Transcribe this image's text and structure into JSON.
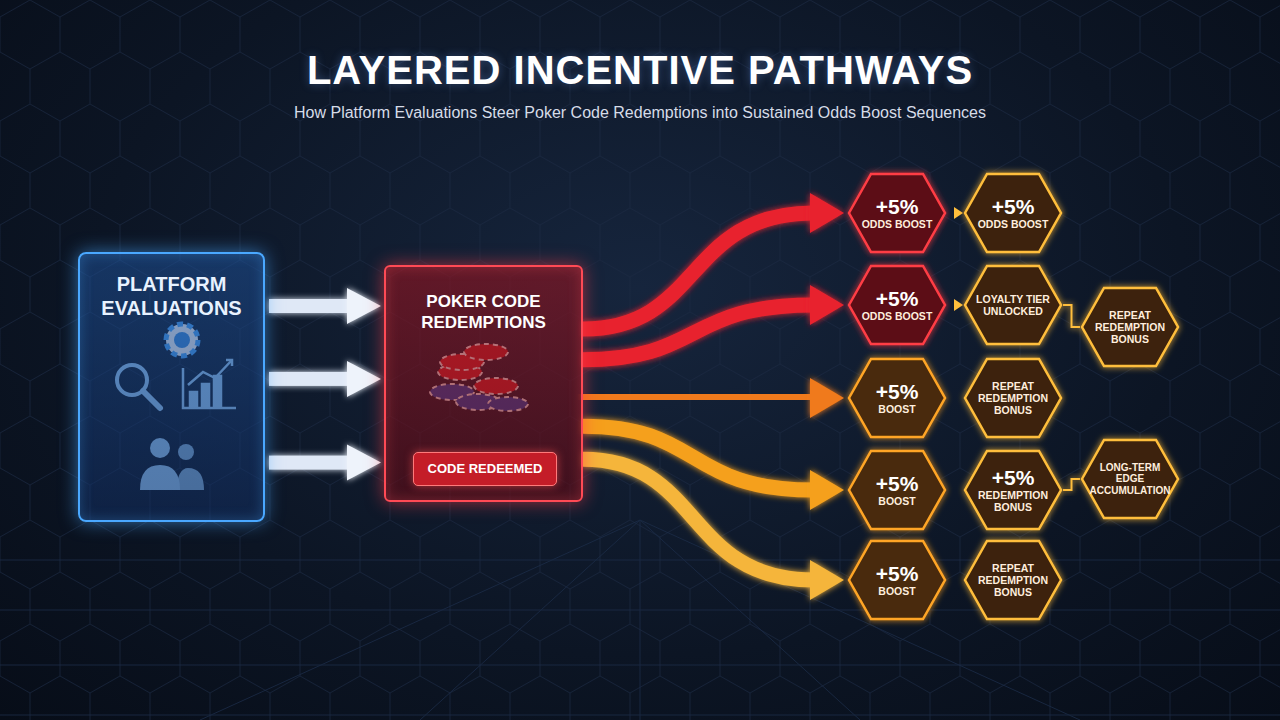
{
  "diagram": {
    "title": "LAYERED INCENTIVE PATHWAYS",
    "nodes": [
      {
        "text": [
          "PLATFORM EVALUATIONS"
        ]
      },
      {
        "text": [
          "POKER CODE REDEMPTIONS"
        ]
      },
      {
        "text": [
          "CODE REDEEMED"
        ],
        "in": 1
      },
      {
        "text": [
          "+5%",
          "ODDS BOOST"
        ]
      },
      {
        "text": [
          "+5%",
          "ODDS BOOST"
        ]
      },
      {
        "text": [
          "+5%",
          "BOOST"
        ]
      },
      {
        "text": [
          "+5%",
          "BOOST"
        ]
      },
      {
        "text": [
          "+5%",
          "BOOST"
        ]
      },
      {
        "text": [
          "+5%",
          "ODDS BOOST"
        ]
      },
      {
        "text": [
          "LOYALTY TIER UNLOCKED"
        ]
      },
      {
        "text": [
          "REPEAT REDEMPTION BONUS"
        ]
      },
      {
        "text": [
          "+5%",
          "REDEMPTION BONUS"
        ]
      },
      {
        "text": [
          "REPEAT REDEMPTION BONUS"
        ]
      },
      {
        "text": [
          "REPEAT REDEMPTION BONUS"
        ]
      },
      {
        "text": [
          "LONG-TERM EDGE ACCUMULATION"
        ]
      }
    ],
    "edges": [
      {
        "from": 0,
        "to": 1,
        "arrow": "to"
      },
      {
        "from": 0,
        "to": 1,
        "arrow": "to"
      },
      {
        "from": 0,
        "to": 1,
        "arrow": "to"
      },
      {
        "from": 1,
        "to": 3,
        "arrow": "to"
      },
      {
        "from": 1,
        "to": 4,
        "arrow": "to"
      },
      {
        "from": 1,
        "to": 5,
        "arrow": "to"
      },
      {
        "from": 1,
        "to": 6,
        "arrow": "to"
      },
      {
        "from": 1,
        "to": 7,
        "arrow": "to"
      },
      {
        "from": 3,
        "to": 8,
        "arrow": "to"
      },
      {
        "from": 4,
        "to": 9,
        "arrow": "to"
      },
      {
        "from": 9,
        "to": 13,
        "arrow": "none"
      },
      {
        "from": 5,
        "to": 10,
        "arrow": "none"
      },
      {
        "from": 6,
        "to": 11,
        "arrow": "none"
      },
      {
        "from": 11,
        "to": 14,
        "arrow": "none"
      },
      {
        "from": 7,
        "to": 12,
        "arrow": "none"
      }
    ],
    "labels": [
      "How Platform Evaluations Steer Poker Code Redemptions into Sustained Odds Boost Sequences"
    ]
  }
}
